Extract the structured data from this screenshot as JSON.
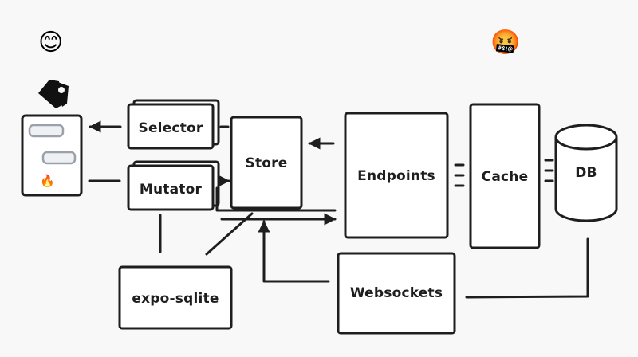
{
  "nodes": {
    "selector": "Selector",
    "mutator": "Mutator",
    "store": "Store",
    "endpoints": "Endpoints",
    "cache": "Cache",
    "db": "DB",
    "expo_sqlite": "expo-sqlite",
    "websockets": "Websockets"
  },
  "emoji": {
    "happy": "😊",
    "angry": "🤬",
    "fire": "🔥"
  },
  "icons": [
    "smiling-face-icon",
    "cursing-face-icon",
    "app-logo-icon",
    "phone-screen-icon",
    "fire-icon",
    "database-cylinder-icon"
  ],
  "colors": {
    "stroke": "#1e1e1e",
    "background": "#f8f8f8",
    "box_fill": "#ffffff",
    "placeholder_stroke": "#9aa1ab",
    "placeholder_fill": "#eef0f3"
  }
}
